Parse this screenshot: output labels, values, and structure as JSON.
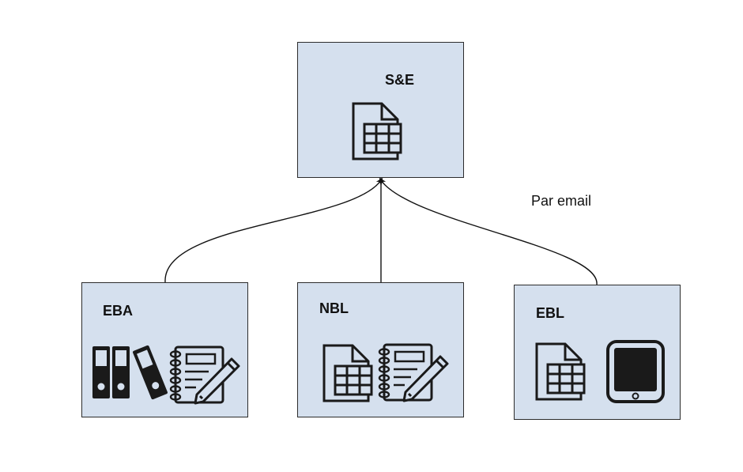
{
  "diagram": {
    "nodes": {
      "se": {
        "title": "S&E",
        "icons": [
          "spreadsheet-icon"
        ]
      },
      "eba": {
        "title": "EBA",
        "icons": [
          "binder-icon",
          "binder-icon",
          "binder-icon",
          "notepad-pencil-icon"
        ]
      },
      "nbl": {
        "title": "NBL",
        "icons": [
          "spreadsheet-icon",
          "notepad-pencil-icon"
        ]
      },
      "ebl": {
        "title": "EBL",
        "icons": [
          "spreadsheet-icon",
          "tablet-icon"
        ]
      }
    },
    "edges": [
      {
        "from": "EBA",
        "to": "S&E",
        "label": ""
      },
      {
        "from": "NBL",
        "to": "S&E",
        "label": ""
      },
      {
        "from": "EBL",
        "to": "S&E",
        "label": "Par email"
      }
    ],
    "colors": {
      "box_fill": "#d5e0ee",
      "box_border": "#2c2c2c",
      "line": "#111111",
      "icon": "#1a1a1a"
    }
  }
}
